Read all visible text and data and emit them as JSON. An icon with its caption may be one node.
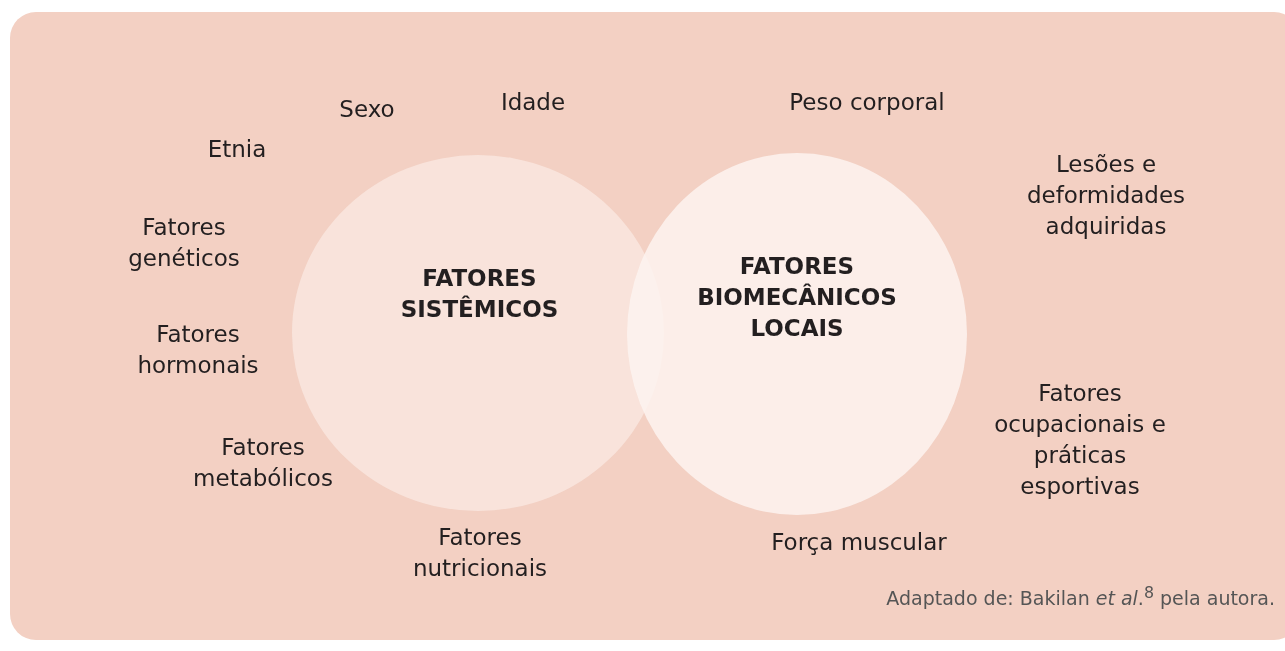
{
  "diagram": {
    "caption": "Adaptado de: Bakilan *et al*.$^{8}$ pela autora.",
    "nodes": [
      {
        "text": [
          "FATORES SISTÊMICOS"
        ]
      },
      {
        "text": [
          "FATORES BIOMECÂNICOS LOCAIS"
        ]
      }
    ],
    "edges": [],
    "labels": [
      "Sexo",
      "Idade",
      "Peso corporal",
      "Etnia",
      "Lesões e deformidades adquiridas",
      "Fatores genéticos",
      "Fatores hormonais",
      "Fatores metabólicos",
      "Fatores ocupacionais e práticas esportivas",
      "Fatores nutricionais",
      "Força muscular"
    ]
  }
}
